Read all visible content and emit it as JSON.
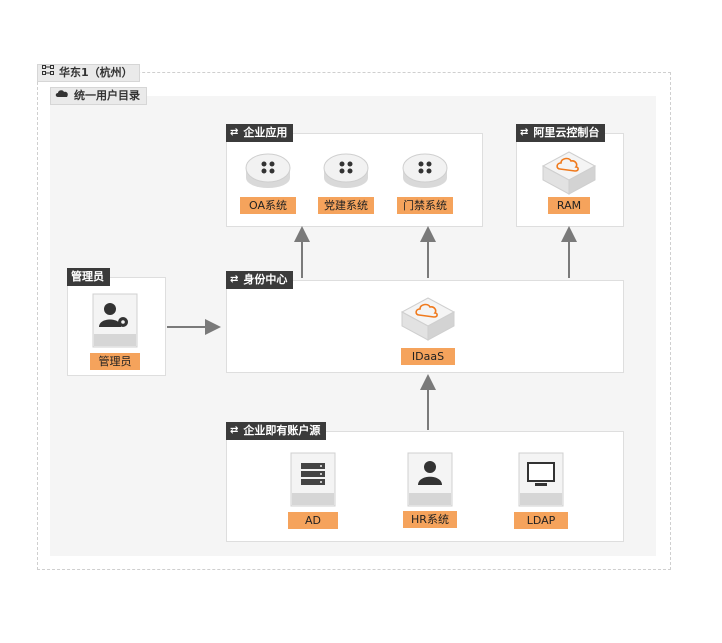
{
  "region": {
    "label": "华东1（杭州）",
    "icon": "region-icon"
  },
  "directory": {
    "label": "统一用户目录",
    "icon": "cloud-icon"
  },
  "enterprise_apps": {
    "title": "企业应用",
    "icon": "sync-icon",
    "apps": [
      {
        "label": "OA系统",
        "icon": "app-grid-icon"
      },
      {
        "label": "党建系统",
        "icon": "app-grid-icon"
      },
      {
        "label": "门禁系统",
        "icon": "app-grid-icon"
      }
    ]
  },
  "aliyun_console": {
    "title": "阿里云控制台",
    "icon": "sync-icon",
    "item": {
      "label": "RAM",
      "icon": "cloud-cube-icon"
    }
  },
  "identity_center": {
    "title": "身份中心",
    "icon": "sync-icon",
    "item": {
      "label": "IDaaS",
      "icon": "cloud-cube-icon"
    }
  },
  "admin": {
    "title": "管理员",
    "item": {
      "label": "管理员",
      "icon": "admin-user-gear-icon"
    }
  },
  "existing_accounts": {
    "title": "企业即有账户源",
    "icon": "sync-icon",
    "sources": [
      {
        "label": "AD",
        "icon": "server-icon"
      },
      {
        "label": "HR系统",
        "icon": "user-card-icon"
      },
      {
        "label": "LDAP",
        "icon": "monitor-icon"
      }
    ]
  },
  "colors": {
    "accent": "#f5a35c",
    "tag_bg": "#3b3b3b",
    "arrow": "#7a7a7a",
    "brand_orange": "#f07a1d"
  }
}
